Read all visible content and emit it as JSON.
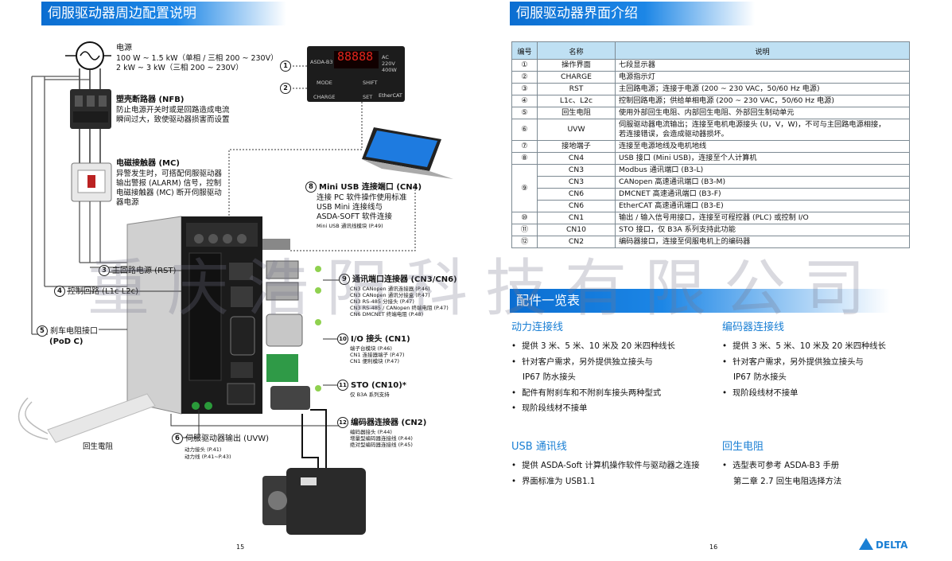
{
  "left_page": {
    "title": "伺服驱动器周边配置说明",
    "page_number": "15",
    "power": {
      "label": "电源",
      "line1": "100 W ~ 1.5 kW（单相 / 三相 200 ~ 230V）",
      "line2": "2 kW ~ 3 kW（三相 200 ~ 230V）"
    },
    "nfb": {
      "title": "塑壳断路器 (NFB)",
      "line1": "防止电源开关时或是回路造成电流",
      "line2": "瞬间过大，致使驱动器损害而设置"
    },
    "mc": {
      "title": "电磁接触器 (MC)",
      "lines": [
        "异警发生时，可搭配伺服驱动器",
        "输出警报 (ALARM) 信号，控制",
        "电磁接触器 (MC) 断开伺服驱动",
        "器电源"
      ]
    },
    "callouts": [
      {
        "n": "①"
      },
      {
        "n": "②"
      }
    ],
    "c3": {
      "n": "3",
      "label": "主回路电源 (RST)"
    },
    "c4": {
      "n": "4",
      "label": "控制回路 (L1c L2c)"
    },
    "c5": {
      "n": "5",
      "label": "刹车电阻接口",
      "sub": "(PoD C)"
    },
    "c6": {
      "n": "6",
      "label": "伺服驱动器输出 (UVW)",
      "sub1": "动力接头 (P.41)",
      "sub2": "动力线 (P.41~P.43)"
    },
    "c8": {
      "n": "8",
      "label": "Mini USB 连接端口 (CN4)",
      "lines": [
        "连接 PC 软件操作使用标准",
        "USB Mini 连接线与",
        "ASDA-SOFT 软件连接"
      ],
      "sub": "Mini USB 通讯线模块 (P.49)"
    },
    "c9": {
      "n": "9",
      "label": "通讯端口连接器 (CN3/CN6)",
      "subs": [
        "CN3 CANopen 通讯连接器 (P.46)",
        "CN3 CANopen 通讯分接盒 (P.47)",
        "CN3 RS-485 分接头 (P.47)",
        "CN3 RS-485 / CANopen 终端电阻 (P.47)",
        "CN6 DMCNET 终端电阻 (P.48)"
      ]
    },
    "c10": {
      "n": "10",
      "label": "I/O 接头 (CN1)",
      "subs": [
        "端子台模块 (P.46)",
        "CN1 连接器端子 (P.47)",
        "CN1 便利模块 (P.47)"
      ]
    },
    "c11": {
      "n": "11",
      "label": "STO (CN10)*",
      "sub": "仅 B3A 系列支持"
    },
    "c12": {
      "n": "12",
      "label": "编码器连接器 (CN2)",
      "subs": [
        "编码器接头 (P.44)",
        "增量型编码器连接线 (P.44)",
        "绝对型编码器连接线 (P.45)"
      ]
    },
    "resistor_label": "回生電阻",
    "display_panel": {
      "model": "ASDA-B3",
      "digits": "88888",
      "rating": "AC 220V 400W",
      "btn_mode": "MODE",
      "btn_shift": "SHIFT",
      "btn_charge": "CHARGE",
      "btn_set": "SET",
      "brand": "EtherCAT"
    }
  },
  "right_page": {
    "title": "伺服驱动器界面介绍",
    "page_number": "16",
    "table": {
      "headers": [
        "编号",
        "名称",
        "说明"
      ],
      "rows": [
        {
          "n": "①",
          "name": "操作界面",
          "desc": [
            "七段显示器"
          ]
        },
        {
          "n": "②",
          "name": "CHARGE",
          "desc": [
            "电源指示灯"
          ]
        },
        {
          "n": "③",
          "name": "RST",
          "desc": [
            "主回路电源；连接于电源 (200 ~ 230 VAC，50/60 Hz 电源)"
          ]
        },
        {
          "n": "④",
          "name": "L1c、L2c",
          "desc": [
            "控制回路电源；供给单相电源 (200 ~ 230 VAC，50/60 Hz 电源)"
          ]
        },
        {
          "n": "⑤",
          "name": "回生电阻",
          "desc": [
            "使用外部回生电阻、内部回生电阻、外部回生制动单元"
          ]
        },
        {
          "n": "⑥",
          "name": "UVW",
          "desc": [
            "伺服驱动器电流输出；连接至电机电源接头 (U，V，W)，不可与主回路电源相接，",
            "若连接错误，会造成驱动器损坏。"
          ]
        },
        {
          "n": "⑦",
          "name": "接地端子",
          "desc": [
            "连接至电源地线及电机地线"
          ]
        },
        {
          "n": "⑧",
          "name": "CN4",
          "desc": [
            "USB 接口 (Mini USB)，连接至个人计算机"
          ]
        },
        {
          "n": "⑨",
          "name": "CN3",
          "desc": [
            "Modbus 通讯端口 (B3-L)"
          ]
        },
        {
          "n": "",
          "name": "CN3",
          "desc": [
            "CANopen 高速通讯端口 (B3-M)"
          ]
        },
        {
          "n": "",
          "name": "CN6",
          "desc": [
            "DMCNET 高速通讯端口 (B3-F)"
          ]
        },
        {
          "n": "",
          "name": "CN6",
          "desc": [
            "EtherCAT 高速通讯端口 (B3-E)"
          ]
        },
        {
          "n": "⑩",
          "name": "CN1",
          "desc": [
            "输出 / 输入信号用接口，连接至可程控器 (PLC) 或控制 I/O"
          ]
        },
        {
          "n": "⑪",
          "name": "CN10",
          "desc": [
            "STO 接口，仅 B3A 系列支持此功能"
          ]
        },
        {
          "n": "⑫",
          "name": "CN2",
          "desc": [
            "编码器接口，连接至伺服电机上的编码器"
          ]
        }
      ]
    },
    "accessories_title": "配件一览表",
    "power_cable": {
      "title": "动力连接线",
      "items": [
        "提供 3 米、5 米、10 米及 20 米四种线长",
        "针对客户需求，另外提供独立接头与",
        "IP67 防水接头",
        "配件有附刹车和不附刹车接头两种型式",
        "现阶段线材不接单"
      ]
    },
    "encoder_cable": {
      "title": "编码器连接线",
      "items": [
        "提供 3 米、5 米、10 米及 20 米四种线长",
        "针对客户需求，另外提供独立接头与",
        "IP67 防水接头",
        "现阶段线材不接单"
      ]
    },
    "usb_cable": {
      "title": "USB 通讯线",
      "items": [
        "提供 ASDA-Soft 计算机操作软件与驱动器之连接",
        "界面标准为 USB1.1"
      ]
    },
    "regen": {
      "title": "回生电阻",
      "items": [
        "选型表可参考 ASDA-B3 手册",
        "第二章 2.7 回生电阻选择方法"
      ]
    },
    "logo_text": "DELTA"
  },
  "watermark": "重庆浩阳科技有限公司"
}
